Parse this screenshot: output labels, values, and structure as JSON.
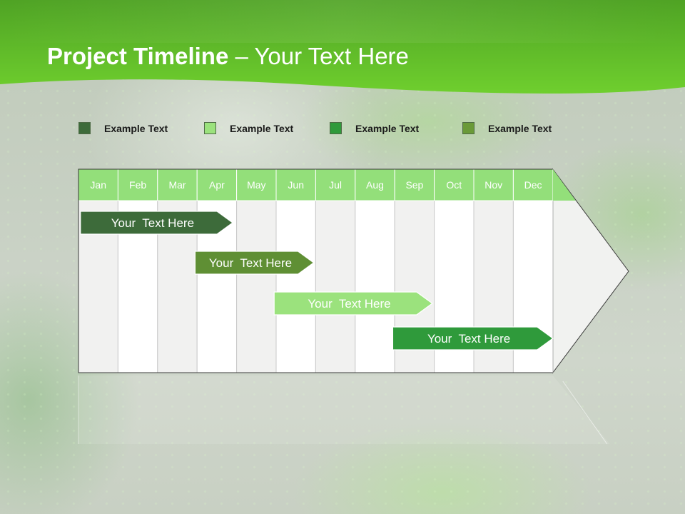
{
  "title": {
    "bold": "Project Timeline",
    "rest": " – Your Text Here"
  },
  "legend": [
    {
      "label": "Example Text",
      "color": "#3d6b3a"
    },
    {
      "label": "Example Text",
      "color": "#9be27d"
    },
    {
      "label": "Example Text",
      "color": "#2f9a3b"
    },
    {
      "label": "Example Text",
      "color": "#6a9a38"
    }
  ],
  "timeline": {
    "months": [
      "Jan",
      "Feb",
      "Mar",
      "Apr",
      "May",
      "Jun",
      "Jul",
      "Aug",
      "Sep",
      "Oct",
      "Nov",
      "Dec"
    ],
    "header_color": "#93df7a",
    "tasks": [
      {
        "label": "Your  Text Here",
        "start_month": 0.05,
        "end_month": 3.9,
        "color": "#3d6b3a"
      },
      {
        "label": "Your  Text Here",
        "start_month": 2.95,
        "end_month": 5.95,
        "color": "#5f8f34"
      },
      {
        "label": "Your  Text Here",
        "start_month": 4.95,
        "end_month": 8.95,
        "color": "#9be27d"
      },
      {
        "label": "Your  Text Here",
        "start_month": 7.95,
        "end_month": 12.0,
        "color": "#2f9a3b"
      }
    ]
  },
  "colors": {
    "header_dark": "#3f9a1f",
    "header_light": "#78d63a",
    "title_text": "#ffffff"
  }
}
